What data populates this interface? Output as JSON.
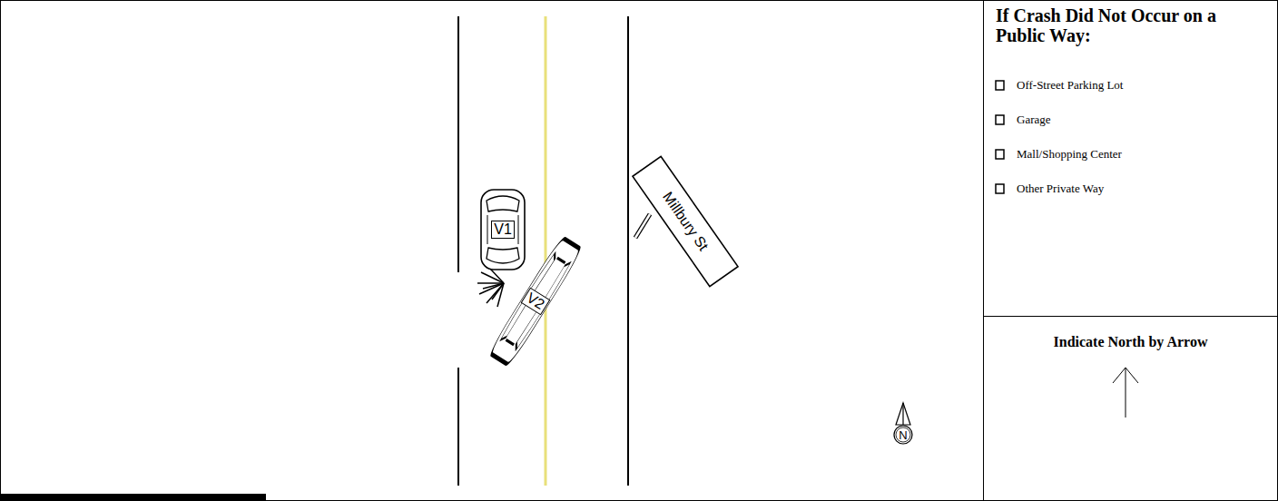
{
  "diagram": {
    "nodes": [
      {
        "text": [
          "V1"
        ]
      },
      {
        "text": [
          "V2"
        ]
      },
      {
        "text": [
          "Millbury St"
        ]
      },
      {
        "text": [
          "N"
        ]
      }
    ],
    "labels": [
      "If Crash Did Not Occur on a Public Way:",
      "Off-Street Parking Lot",
      "Garage",
      "Mall/Shopping Center",
      "Other Private Way",
      "Indicate North by Arrow"
    ]
  }
}
